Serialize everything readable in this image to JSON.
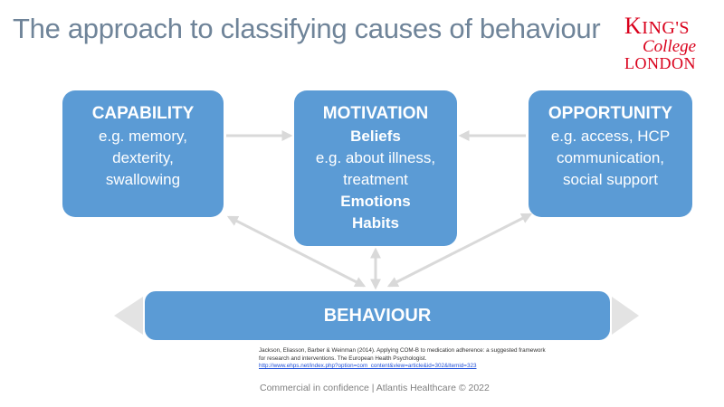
{
  "title": "The approach to classifying causes of behaviour",
  "logo": {
    "line1_cap_k": "K",
    "line1_rest": "ING'S",
    "line2": "College",
    "line3": "LONDON"
  },
  "boxes": {
    "capability": {
      "heading": "CAPABILITY",
      "lines": [
        "e.g. memory,",
        "dexterity,",
        "swallowing"
      ]
    },
    "motivation": {
      "heading": "MOTIVATION",
      "lines": [
        "Beliefs",
        "e.g. about illness,",
        "treatment",
        "Emotions",
        "Habits"
      ]
    },
    "opportunity": {
      "heading": "OPPORTUNITY",
      "lines": [
        "e.g. access, HCP",
        "communication,",
        "social support"
      ]
    },
    "behaviour": {
      "heading": "BEHAVIOUR"
    }
  },
  "reference": {
    "text": "Jackson, Eliasson, Barber & Weinman (2014). Applying COM-B to medication adherence: a suggested framework for research and interventions. The European Health Psychologist.",
    "url": "http://www.ehps.net/index.php?option=com_content&view=article&id=302&Itemid=323"
  },
  "footer": "Commercial in confidence  | Atlantis Healthcare © 2022",
  "colors": {
    "box": "#5b9bd5",
    "arrow": "#d9d9d9",
    "title": "#6f8499",
    "logo": "#d9001b"
  }
}
